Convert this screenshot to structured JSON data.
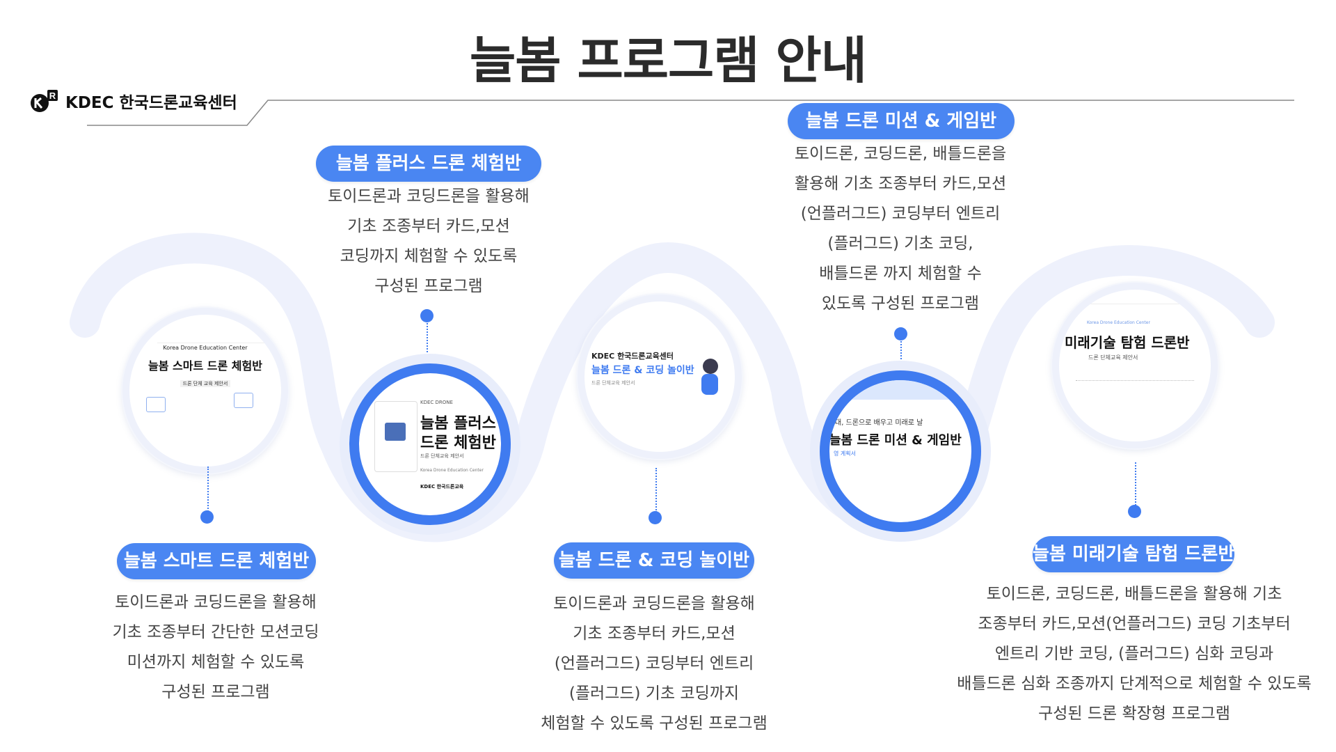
{
  "page": {
    "title": "늘봄 프로그램 안내"
  },
  "logo": {
    "text": "KDEC 한국드론교육센터"
  },
  "programs": [
    {
      "name": "늘봄 스마트 드론 체험반",
      "lines": [
        "토이드론과 코딩드론을 활용해",
        "기초 조종부터 간단한 모션코딩",
        "미션까지 체험할 수 있도록",
        "구성된  프로그램"
      ],
      "thumb": {
        "top": "Korea Drone Education Center",
        "title": "늘봄 스마트 드론 체험반",
        "sub": "드론 단체 교육 제안서"
      }
    },
    {
      "name": "늘봄 플러스 드론 체험반",
      "lines": [
        "토이드론과 코딩드론을 활용해",
        "기초 조종부터 카드,모션",
        "코딩까지 체험할 수 있도록",
        "구성된  프로그램"
      ],
      "thumb": {
        "top": "KDEC DRONE",
        "title1": "늘봄 플러스",
        "title2": "드론 체험반",
        "sub": "드론 단체교육 제안서",
        "footer": "Korea Drone Education Center",
        "brand": "KDEC 한국드론교육"
      }
    },
    {
      "name": "늘봄 드론 & 코딩 놀이반",
      "lines": [
        "토이드론과 코딩드론을 활용해",
        "기초 조종부터 카드,모션",
        "(언플러그드) 코딩부터 엔트리",
        "(플러그드) 기초 코딩까지",
        "체험할 수 있도록 구성된  프로그램"
      ],
      "thumb": {
        "top": "KDEC 한국드론교육센터",
        "title": "늘봄 드론 & 코딩 놀이반",
        "sub": "드론 단체교육 제안서"
      }
    },
    {
      "name": "늘봄 드론 미션 & 게임반",
      "lines": [
        "토이드론, 코딩드론, 배틀드론을",
        "활용해 기초 조종부터 카드,모션",
        "(언플러그드) 코딩부터 엔트리",
        "(플러그드) 기초 코딩,",
        "배틀드론 까지 체험할 수",
        "있도록 구성된  프로그램"
      ],
      "thumb": {
        "top": "대, 드론으로 배우고 미래로 날",
        "title": "늘봄 드론 미션 & 게임반",
        "sub": "영 계획서"
      }
    },
    {
      "name": "늘봄 미래기술 탐험 드론반",
      "lines": [
        "토이드론, 코딩드론, 배틀드론을 활용해 기초",
        "조종부터 카드,모션(언플러그드) 코딩 기초부터",
        "엔트리 기반 코딩, (플러그드) 심화 코딩과",
        "배틀드론 심화 조종까지  단계적으로 체험할 수 있도록",
        "구성된 드론 확장형 프로그램"
      ],
      "thumb": {
        "top": "Korea Drone Education Center",
        "title": "미래기술 탐험 드론반",
        "sub": "드론 단체교육 제안서"
      }
    }
  ]
}
